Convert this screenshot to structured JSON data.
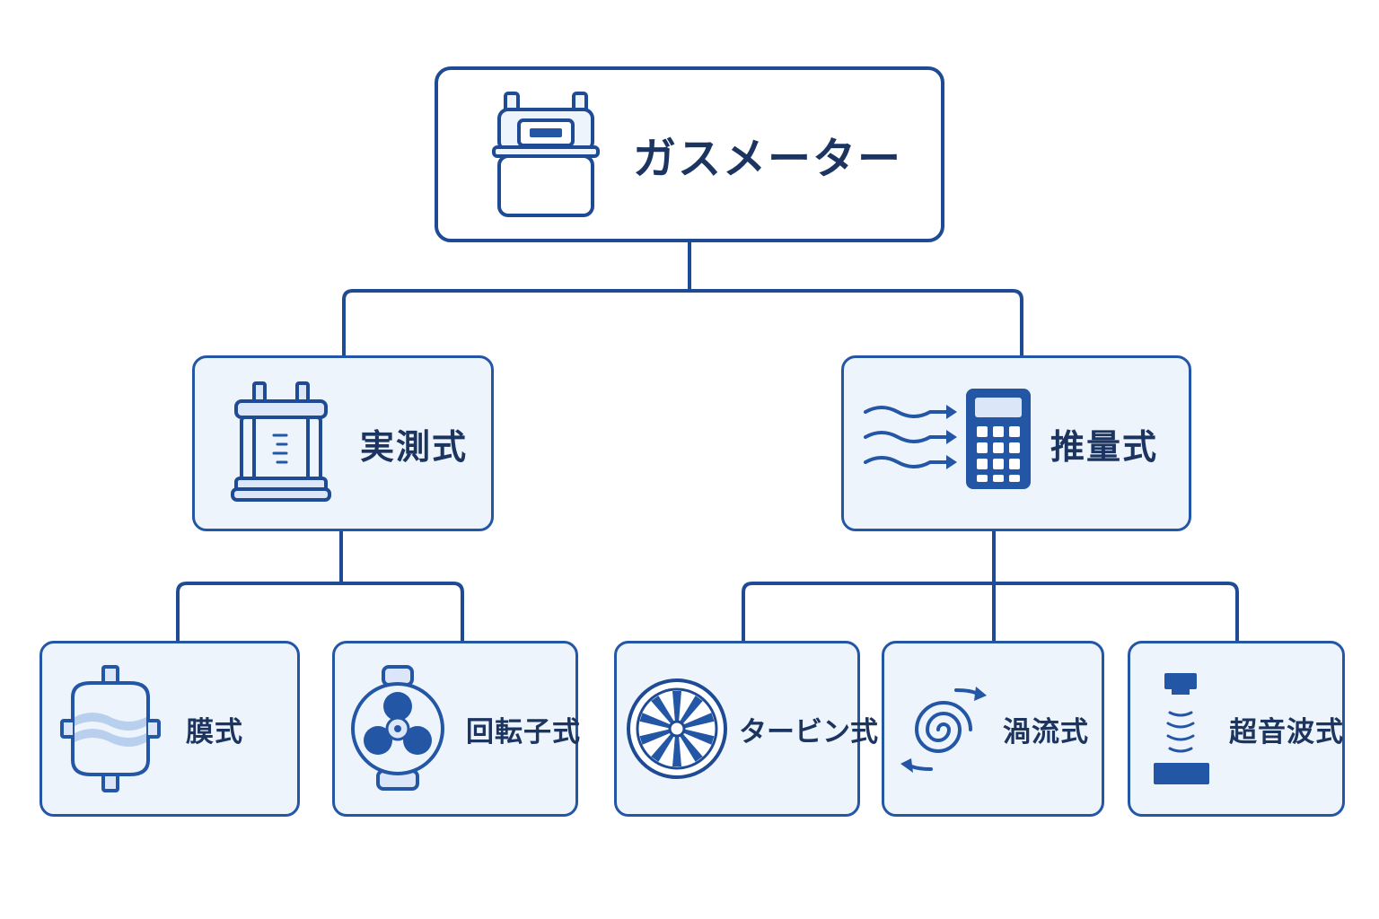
{
  "colors": {
    "line": "#2456a6",
    "dark": "#1c3560",
    "fill_light": "#eef4fc",
    "icon_fill": "#dbe7f8"
  },
  "root": {
    "label": "ガスメーター",
    "icon": "gas-meter-icon"
  },
  "categories": [
    {
      "label": "実測式",
      "icon": "measuring-chamber-icon",
      "children": [
        {
          "label": "膜式",
          "icon": "diaphragm-icon"
        },
        {
          "label": "回転子式",
          "icon": "rotor-icon"
        }
      ]
    },
    {
      "label": "推量式",
      "icon": "flow-calculator-icon",
      "children": [
        {
          "label": "タービン式",
          "icon": "turbine-icon"
        },
        {
          "label": "渦流式",
          "icon": "vortex-icon"
        },
        {
          "label": "超音波式",
          "icon": "ultrasonic-icon"
        }
      ]
    }
  ]
}
